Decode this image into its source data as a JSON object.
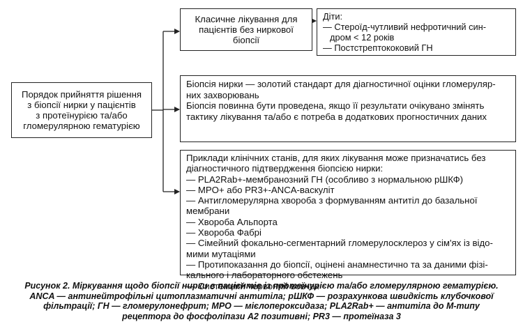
{
  "diagram": {
    "root": {
      "lines": [
        "Порядок прийняття рішення",
        "з біопсії нирки у пацієнтів",
        "з протеїнурією та/або",
        "гломерулярною гематурією"
      ]
    },
    "clinical": {
      "lines": [
        "Класичне лікування для",
        "пацієнтів без ниркової",
        "біопсії"
      ]
    },
    "children": {
      "title": "Діти:",
      "items": [
        "— Стероїд-чутливий нефротичний син-",
        "дром < 12 років",
        "— Постстрептококовий ГН"
      ]
    },
    "biopsy": {
      "lines": [
        "Біопсія нирки — золотий стандарт для діагностичної оцінки гломеруляр-",
        "них захворювань",
        "Біопсія повинна бути проведена, якщо її результати очікувано змінять",
        "тактику лікування та/або є потреба в додаткових прогностичних даних"
      ]
    },
    "examples": {
      "lines": [
        "Приклади клінічних станів, для яких лікування може призначатись без",
        "діагностичного підтвердження біопсією нирки:",
        "— PLA2Rab+-мембранозний ГН (особливо з нормальною рШКФ)",
        "— MPO+ або PR3+-ANCA-васкуліт",
        "— Антигломерулярна хвороба з формуванням антитіл до базальної",
        "мембрани",
        "— Хвороба Альпорта",
        "— Хвороба Фабрі",
        "— Сімейний фокально-сегментарний гломерулосклероз у сім'ях із відо-",
        "мими мутаціями",
        "— Протипоказання до біопсії, оцінені анамнестично та за даними фізі-",
        "кального і лабораторного обстежень",
        "— Системний червоний вовчак"
      ]
    }
  },
  "caption": {
    "lines": [
      "Рисунок 2. Міркування щодо біопсії нирки в пацієнтів із протеїнурією та/або гломерулярною гематурією.",
      "ANCA — антинейтрофільні цитоплазматичні антитіла; рШКФ — розрахункова швидкість клубочкової",
      "фільтрації; ГН — гломерулонефрит; MPO — мієлопероксидаза; PLA2Rab+ — антитіла до М-типу",
      "рецептора до фосфоліпази А2 позитивні; PR3 — протеїназа 3"
    ]
  }
}
